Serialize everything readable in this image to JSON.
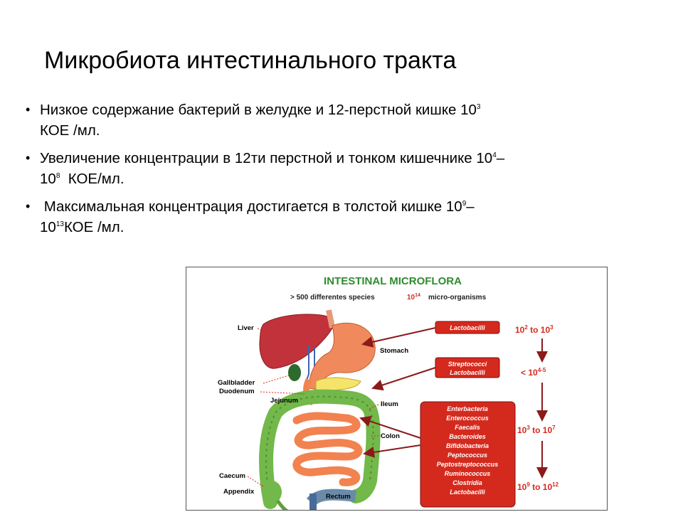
{
  "slide": {
    "title": "Микробиота интестинального тракта",
    "bullets": [
      {
        "text": "Низкое содержание бактерий в желудке и 12-перстной кишке 10",
        "sup": "3",
        "line2": "КОЕ /мл."
      },
      {
        "text": "Увеличение концентрации в 12ти перстной и тонком кишечнике 10",
        "sup": "4",
        "suffix": "–",
        "line2a": "10",
        "sup2": "8",
        "line2b": "  КОЕ/мл."
      },
      {
        "text": " Максимальная концентрация достигается в толстой кишке 10",
        "sup": "9",
        "suffix": "–",
        "line2a": "10",
        "sup2": "13",
        "line2b": "КОЕ /мл."
      }
    ]
  },
  "figure": {
    "title": "INTESTINAL MICROFLORA",
    "subtitle_a": "> 500 differentes species",
    "subtitle_b": "10",
    "subtitle_b_sup": "14",
    "subtitle_c": "micro-organisms",
    "organ_labels": {
      "liver": "Liver",
      "stomach": "Stomach",
      "gallbladder": "Gallbladder",
      "duodenum": "Duodenum",
      "jejunum": "Jejunum",
      "ileum": "Ileum",
      "colon": "Colon",
      "caecum": "Caecum",
      "appendix": "Appendix",
      "rectum": "Rectum"
    },
    "boxes": {
      "box1": [
        "Lactobacilli"
      ],
      "box2": [
        "Streptococci",
        "Lactobacilli"
      ],
      "box3": [
        "Enterbacteria",
        "Enterococcus",
        "Faecalis",
        "Bacteroides",
        "Bifidobacteria",
        "Peptococcus",
        "Peptostreptococcus",
        "Ruminococcus",
        "Clostridia",
        "Lactobacilli"
      ]
    },
    "concentrations": {
      "c1": {
        "a": "10",
        "a_sup": "2",
        "mid": " to 10",
        "b_sup": "3"
      },
      "c2": {
        "a": "< 10",
        "a_sup": "4-5"
      },
      "c3": {
        "a": "10",
        "a_sup": "3",
        "mid": " to 10",
        "b_sup": "7"
      },
      "c4": {
        "a": "10",
        "a_sup": "9",
        "mid": " to 10",
        "b_sup": "12"
      }
    },
    "colors": {
      "title_green": "#2e8b2e",
      "accent_red": "#d42a1e",
      "arrow_darkred": "#8b1a1a",
      "liver": "#c2323a",
      "stomach": "#f08a5d",
      "small_intestine": "#f2824f",
      "colon": "#72b84a"
    }
  }
}
